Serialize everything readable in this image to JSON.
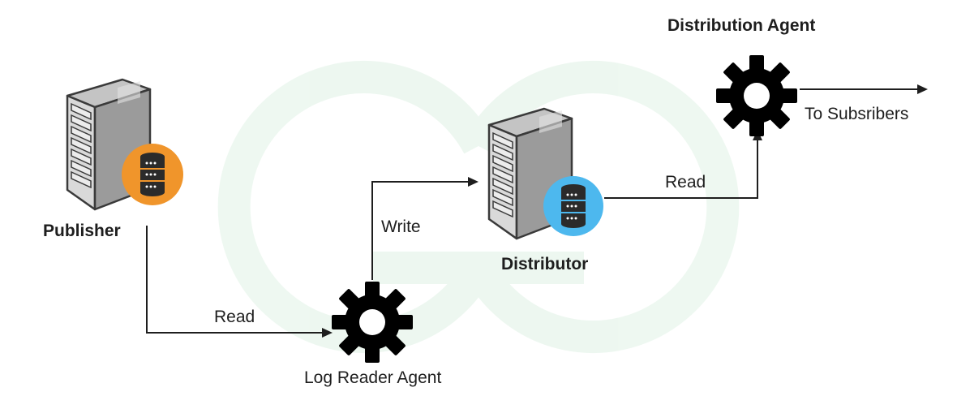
{
  "nodes": {
    "publisher": {
      "label": "Publisher",
      "badge_color": "#F0952B"
    },
    "distributor": {
      "label": "Distributor",
      "badge_color": "#4DB8EE"
    },
    "log_reader_agent": {
      "label": "Log Reader Agent"
    },
    "distribution_agent": {
      "label": "Distribution Agent"
    }
  },
  "edges": {
    "publisher_to_log_reader": "Read",
    "log_reader_to_distributor": "Write",
    "distributor_to_distribution_agent": "Read",
    "distribution_agent_to_subscribers": "To Subsribers"
  },
  "icons": {
    "server": "server-tower-icon",
    "database": "database-icon",
    "agent": "gear-icon"
  },
  "colors": {
    "line": "#1e1e1e",
    "server_front": "#d7d7d7",
    "server_side": "#9a9a9a",
    "watermark": "#e8f5ec"
  }
}
